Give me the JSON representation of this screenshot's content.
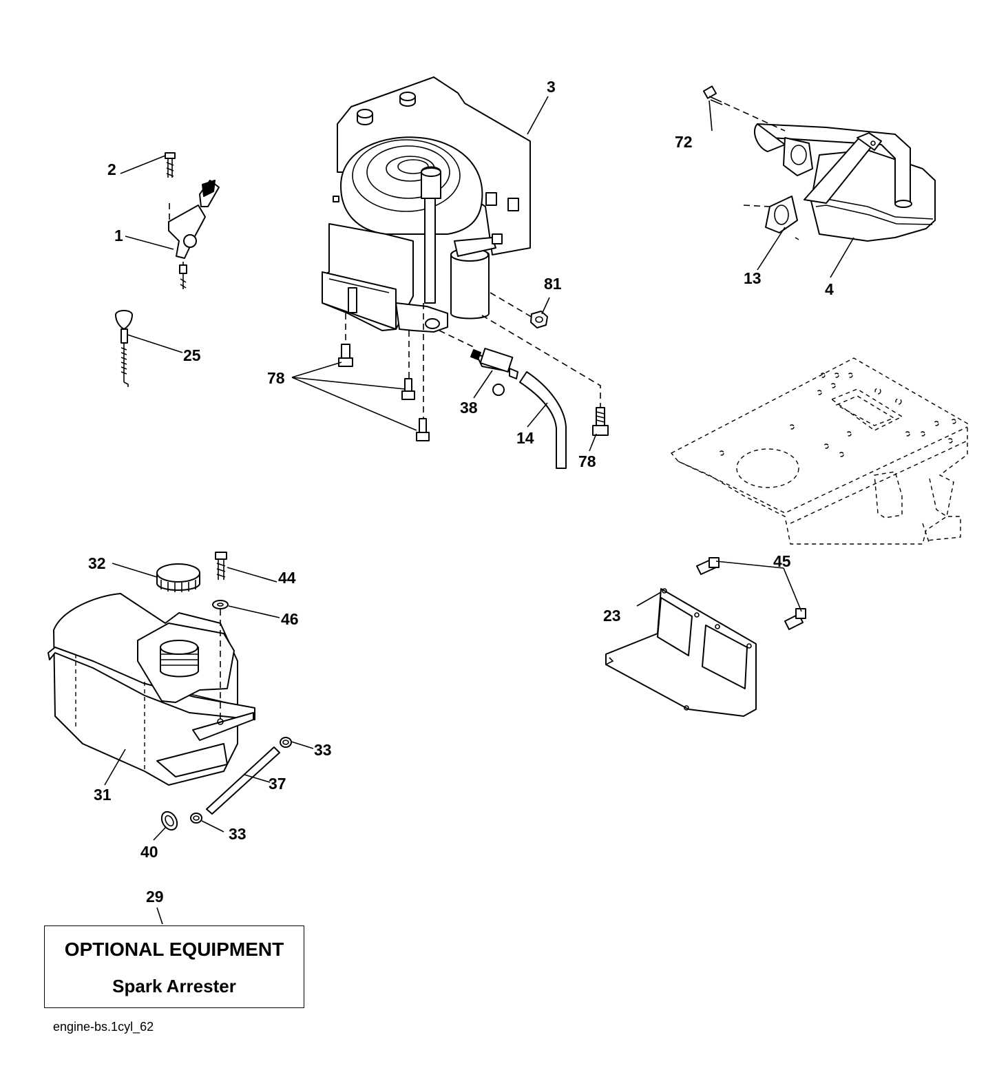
{
  "callouts": {
    "c1": "1",
    "c2": "2",
    "c3": "3",
    "c4": "4",
    "c13": "13",
    "c14": "14",
    "c23": "23",
    "c25": "25",
    "c29": "29",
    "c31": "31",
    "c32": "32",
    "c33a": "33",
    "c33b": "33",
    "c37": "37",
    "c38": "38",
    "c40": "40",
    "c44": "44",
    "c45": "45",
    "c46": "46",
    "c72": "72",
    "c78a": "78",
    "c78b": "78",
    "c81": "81"
  },
  "notice": {
    "title": "OPTIONAL EQUIPMENT",
    "item": "Spark Arrester"
  },
  "drawing_ref": "engine-bs.1cyl_62"
}
